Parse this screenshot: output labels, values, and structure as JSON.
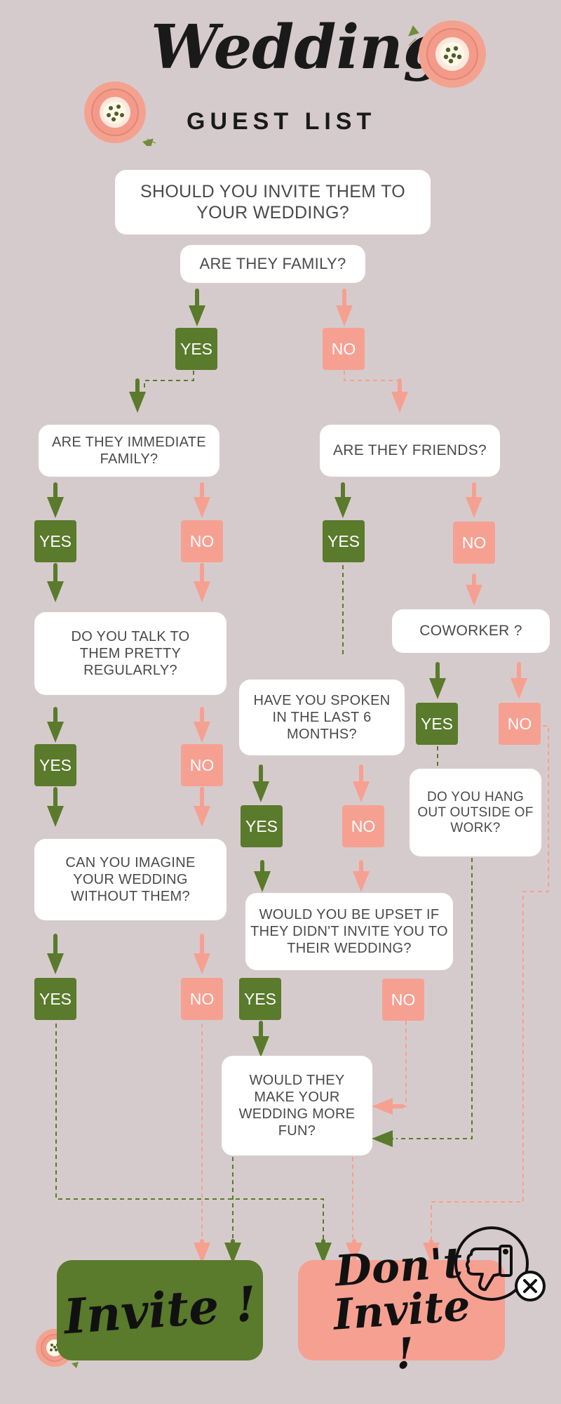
{
  "header": {
    "title": "Wedding",
    "subtitle": "GUEST LIST"
  },
  "questions": {
    "q_invite": "SHOULD YOU INVITE THEM TO YOUR WEDDING?",
    "q_family": "ARE THEY FAMILY?",
    "q_immediate": "ARE THEY IMMEDIATE FAMILY?",
    "q_friends": "ARE THEY FRIENDS?",
    "q_talk": "DO YOU TALK TO THEM PRETTY REGULARLY?",
    "q_coworker": "COWORKER ?",
    "q_spoken": "HAVE YOU SPOKEN IN THE LAST 6 MONTHS?",
    "q_hangout": "DO YOU HANG OUT OUTSIDE OF WORK?",
    "q_imagine": "CAN YOU IMAGINE YOUR WEDDING WITHOUT THEM?",
    "q_upset": "WOULD YOU BE UPSET IF THEY DIDN'T INVITE YOU TO THEIR WEDDING?",
    "q_fun": "WOULD THEY MAKE YOUR WEDDING MORE FUN?"
  },
  "answers": {
    "yes": "YES",
    "no": "NO"
  },
  "outcomes": {
    "invite": "Invite !",
    "dont_invite": "Don't Invite !"
  },
  "colors": {
    "background": "#d6cbcc",
    "yes": "#5a7a2c",
    "no": "#f6a092",
    "box": "#ffffff",
    "flower": "#f4a290"
  },
  "icons": [
    "flower-icon",
    "thumbs-down-icon",
    "close-icon"
  ]
}
